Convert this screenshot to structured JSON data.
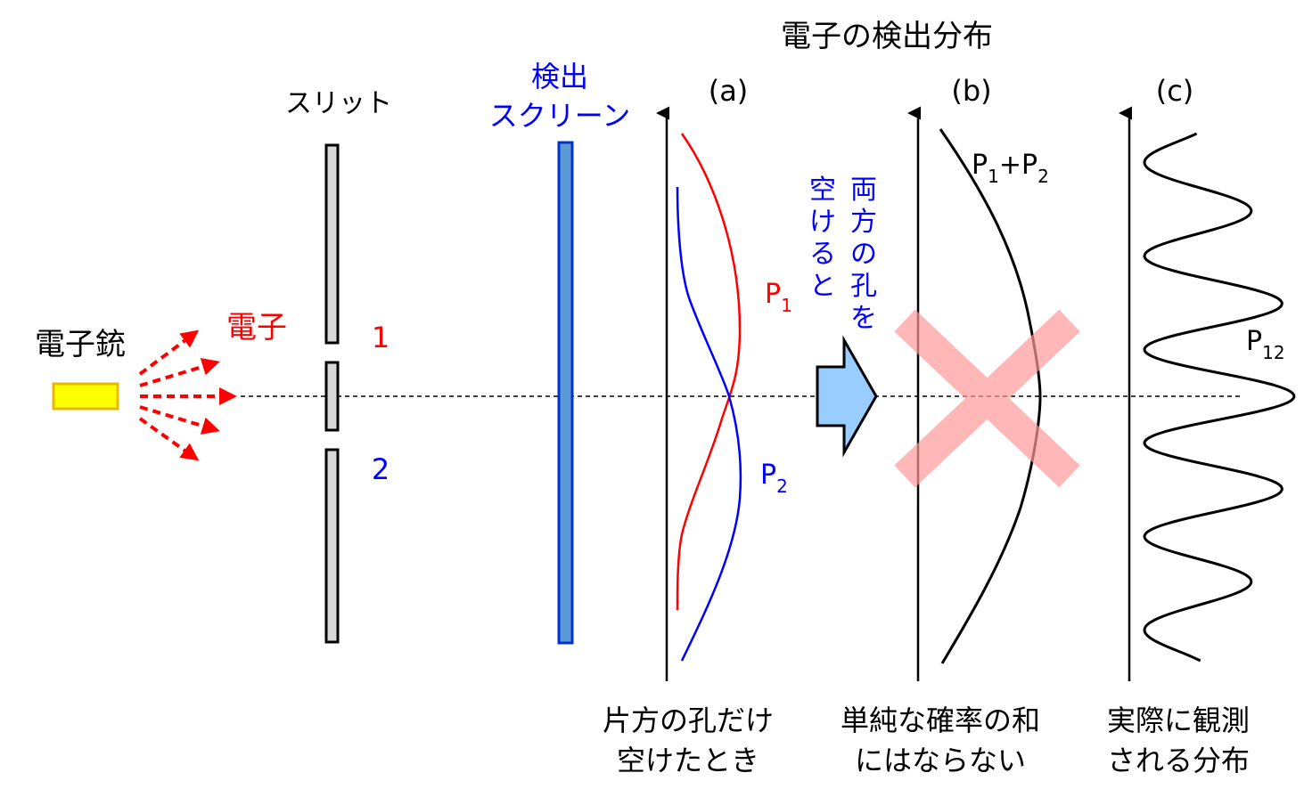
{
  "title": "電子の検出分布",
  "gun_label": "電子銃",
  "electron_label": "電子",
  "slit_label": "スリット",
  "screen_label": [
    "検出",
    "スクリーン"
  ],
  "slit_numbers": [
    "1",
    "2"
  ],
  "panels": {
    "a": {
      "label": "(a)",
      "caption": [
        "片方の孔だけ",
        "空けたとき"
      ]
    },
    "b": {
      "label": "(b)",
      "caption": [
        "単純な確率の和",
        "にはならない"
      ]
    },
    "c": {
      "label": "(c)",
      "caption": [
        "実際に観測",
        "される分布"
      ]
    }
  },
  "arrow_text": {
    "col1": [
      "両",
      "方",
      "の",
      "孔",
      "を"
    ],
    "col2": [
      "空",
      "け",
      "る",
      "と"
    ]
  },
  "curve_labels": {
    "p1": {
      "base": "P",
      "sub": "1"
    },
    "p2": {
      "base": "P",
      "sub": "2"
    },
    "p1p2": {
      "base1": "P",
      "sub1": "1",
      "mid": "+P",
      "sub2": "2"
    },
    "p12": {
      "base": "P",
      "sub": "12"
    }
  },
  "colors": {
    "red": "#ff0000",
    "blue": "#0000ff",
    "gun_fill": "#ffff00",
    "gun_stroke": "#e6b800",
    "slit_fill": "#d9d9d9",
    "screen_fill": "#5b9bd5",
    "screen_stroke": "#0033cc",
    "arrow_fill": "#99ccff",
    "cross": "#ff9999"
  }
}
